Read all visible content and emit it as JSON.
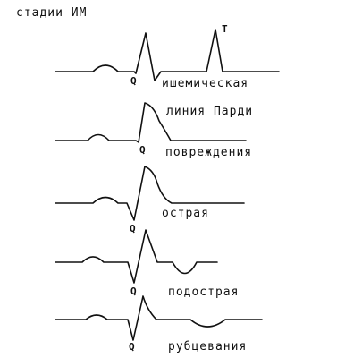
{
  "title": "стадии ИМ",
  "ecg": [
    {
      "stage_label": "ишемическая",
      "q_label": "Q",
      "t_label": "T"
    },
    {
      "stage_label": "повреждения",
      "q_label": "Q",
      "annotation": "линия Парди"
    },
    {
      "stage_label": "острая",
      "q_label": "Q"
    },
    {
      "stage_label": "подострая",
      "q_label": "Q"
    },
    {
      "stage_label": "рубцевания",
      "q_label": "Q"
    }
  ],
  "colors": {
    "ink": "#111111",
    "background": "#ffffff"
  }
}
